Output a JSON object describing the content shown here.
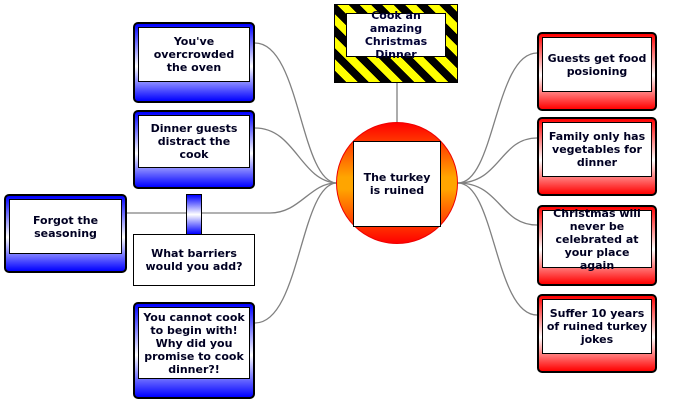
{
  "goal": {
    "label": "Cook an amazing Christmas Dinner"
  },
  "central_event": {
    "label": "The turkey is ruined"
  },
  "threats": [
    {
      "label": "You've overcrowded the oven"
    },
    {
      "label": "Dinner guests distract the cook"
    },
    {
      "label": "Forgot the seasoning"
    },
    {
      "label": "You cannot cook to begin with! Why did you promise to cook dinner?!"
    }
  ],
  "barrier": {
    "label": "What barriers would you add?"
  },
  "consequences": [
    {
      "label": "Guests get food posioning"
    },
    {
      "label": "Family only has vegetables for dinner"
    },
    {
      "label": "Christmas will never be celebrated at your place again"
    },
    {
      "label": "Suffer 10 years of ruined turkey jokes"
    }
  ],
  "colors": {
    "threat": "#0000ff",
    "consequence": "#ff0000",
    "goal_stripe_a": "#000000",
    "goal_stripe_b": "#ffff00",
    "center_outer": "#ff0000",
    "center_inner": "#ffa500",
    "connector": "#808080"
  }
}
